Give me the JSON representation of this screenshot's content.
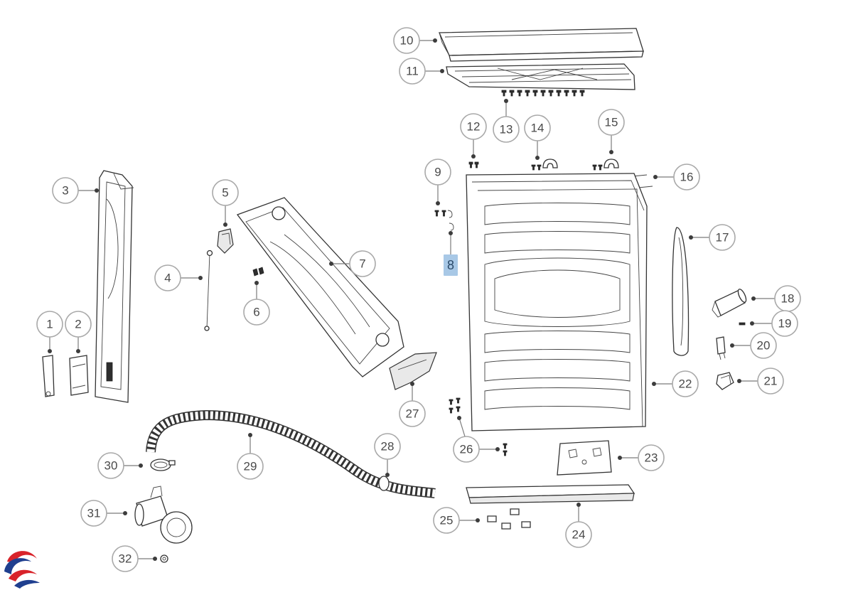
{
  "callouts": [
    {
      "id": "1",
      "label": "1"
    },
    {
      "id": "2",
      "label": "2"
    },
    {
      "id": "3",
      "label": "3"
    },
    {
      "id": "4",
      "label": "4"
    },
    {
      "id": "5",
      "label": "5"
    },
    {
      "id": "6",
      "label": "6"
    },
    {
      "id": "7",
      "label": "7"
    },
    {
      "id": "8",
      "label": "8"
    },
    {
      "id": "9",
      "label": "9"
    },
    {
      "id": "10",
      "label": "10"
    },
    {
      "id": "11",
      "label": "11"
    },
    {
      "id": "12",
      "label": "12"
    },
    {
      "id": "13",
      "label": "13"
    },
    {
      "id": "14",
      "label": "14"
    },
    {
      "id": "15",
      "label": "15"
    },
    {
      "id": "16",
      "label": "16"
    },
    {
      "id": "17",
      "label": "17"
    },
    {
      "id": "18",
      "label": "18"
    },
    {
      "id": "19",
      "label": "19"
    },
    {
      "id": "20",
      "label": "20"
    },
    {
      "id": "21",
      "label": "21"
    },
    {
      "id": "22",
      "label": "22"
    },
    {
      "id": "23",
      "label": "23"
    },
    {
      "id": "24",
      "label": "24"
    },
    {
      "id": "25",
      "label": "25"
    },
    {
      "id": "26",
      "label": "26"
    },
    {
      "id": "27",
      "label": "27"
    },
    {
      "id": "28",
      "label": "28"
    },
    {
      "id": "29",
      "label": "29"
    },
    {
      "id": "30",
      "label": "30"
    },
    {
      "id": "31",
      "label": "31"
    },
    {
      "id": "32",
      "label": "32"
    }
  ],
  "highlighted_callout": "8",
  "colors": {
    "circle_stroke": "#a9a9a9",
    "callout_text": "#4a4a4a",
    "highlight": "#a8c8e6",
    "logo_red": "#d8232a",
    "logo_blue": "#1f3f8f"
  },
  "logo": {
    "icon": "brand-swirl-logo"
  }
}
